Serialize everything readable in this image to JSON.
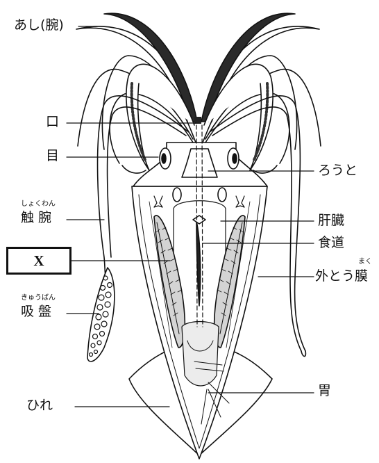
{
  "labels": {
    "ashi": "あし(腕)",
    "kuchi": "口",
    "me": "目",
    "shokuwan": "触腕",
    "shokuwan_ruby": "しょくわん",
    "x_box": "X",
    "kyuban": "吸盤",
    "kyuban_ruby": "きゅうばん",
    "hire": "ひれ",
    "routo": "ろうと",
    "kanzo": "肝臓",
    "shokudo": "食道",
    "gaitoumaku": "外とう膜",
    "maku_ruby": "まく",
    "i": "胃"
  },
  "colors": {
    "ink": "#111111",
    "shade": "#cfcfcf",
    "dark": "#2a2a2a"
  }
}
